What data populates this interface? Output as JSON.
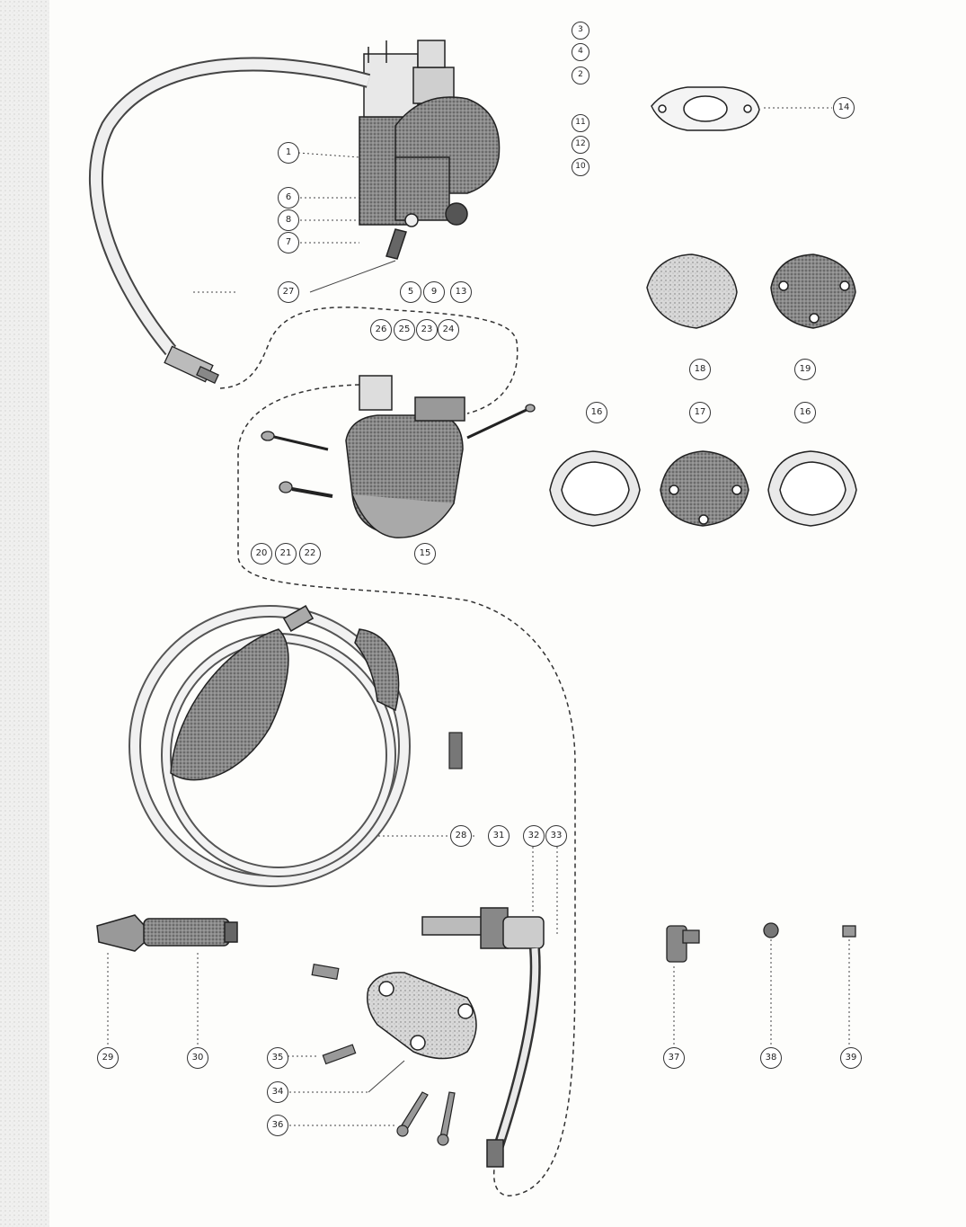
{
  "callouts": [
    {
      "id": "c3",
      "num": "3"
    },
    {
      "id": "c4",
      "num": "4"
    },
    {
      "id": "c2",
      "num": "2"
    },
    {
      "id": "c11",
      "num": "11"
    },
    {
      "id": "c12",
      "num": "12"
    },
    {
      "id": "c10",
      "num": "10"
    },
    {
      "id": "c14",
      "num": "14"
    },
    {
      "id": "c1",
      "num": "1"
    },
    {
      "id": "c6",
      "num": "6"
    },
    {
      "id": "c8",
      "num": "8"
    },
    {
      "id": "c7",
      "num": "7"
    },
    {
      "id": "c27",
      "num": "27"
    },
    {
      "id": "c5",
      "num": "5"
    },
    {
      "id": "c9",
      "num": "9"
    },
    {
      "id": "c13",
      "num": "13"
    },
    {
      "id": "c26",
      "num": "26"
    },
    {
      "id": "c25",
      "num": "25"
    },
    {
      "id": "c23",
      "num": "23"
    },
    {
      "id": "c24",
      "num": "24"
    },
    {
      "id": "c18",
      "num": "18"
    },
    {
      "id": "c19",
      "num": "19"
    },
    {
      "id": "c16a",
      "num": "16"
    },
    {
      "id": "c17",
      "num": "17"
    },
    {
      "id": "c16b",
      "num": "16"
    },
    {
      "id": "c20",
      "num": "20"
    },
    {
      "id": "c21",
      "num": "21"
    },
    {
      "id": "c22",
      "num": "22"
    },
    {
      "id": "c15",
      "num": "15"
    },
    {
      "id": "c28",
      "num": "28"
    },
    {
      "id": "c31",
      "num": "31"
    },
    {
      "id": "c32",
      "num": "32"
    },
    {
      "id": "c33",
      "num": "33"
    },
    {
      "id": "c29",
      "num": "29"
    },
    {
      "id": "c30",
      "num": "30"
    },
    {
      "id": "c35",
      "num": "35"
    },
    {
      "id": "c34",
      "num": "34"
    },
    {
      "id": "c36",
      "num": "36"
    },
    {
      "id": "c37",
      "num": "37"
    },
    {
      "id": "c38",
      "num": "38"
    },
    {
      "id": "c39",
      "num": "39"
    }
  ]
}
